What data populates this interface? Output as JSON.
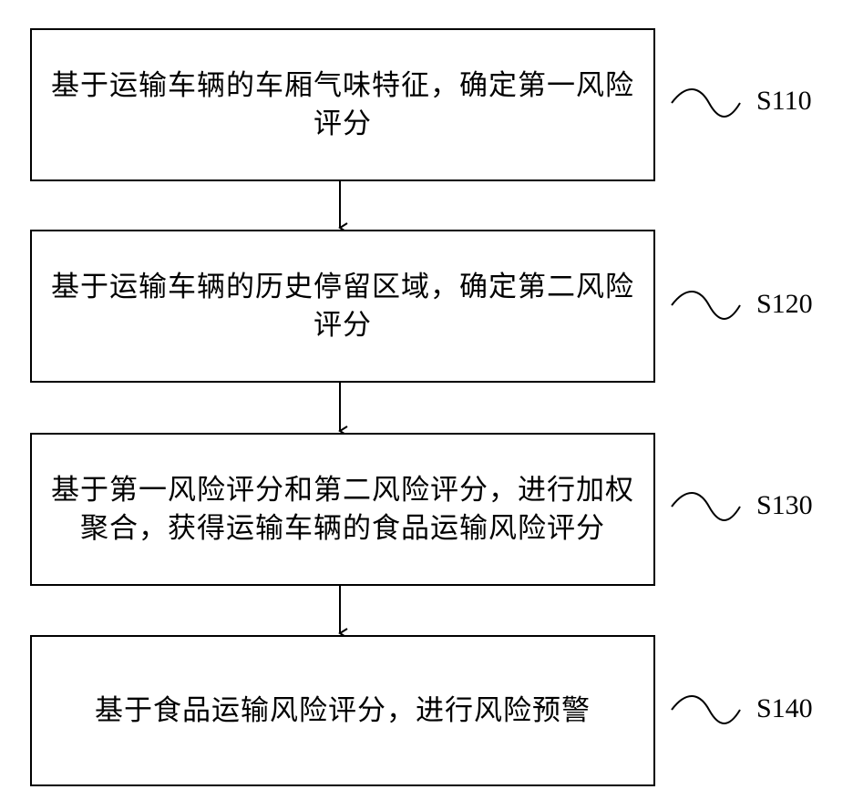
{
  "steps": [
    {
      "text": "基于运输车辆的车厢气味特征，确定第一风险评分",
      "label": "S110"
    },
    {
      "text": "基于运输车辆的历史停留区域，确定第二风险评分",
      "label": "S120"
    },
    {
      "text": "基于第一风险评分和第二风险评分，进行加权聚合，获得运输车辆的食品运输风险评分",
      "label": "S130"
    },
    {
      "text": "基于食品运输风险评分，进行风险预警",
      "label": "S140"
    }
  ]
}
